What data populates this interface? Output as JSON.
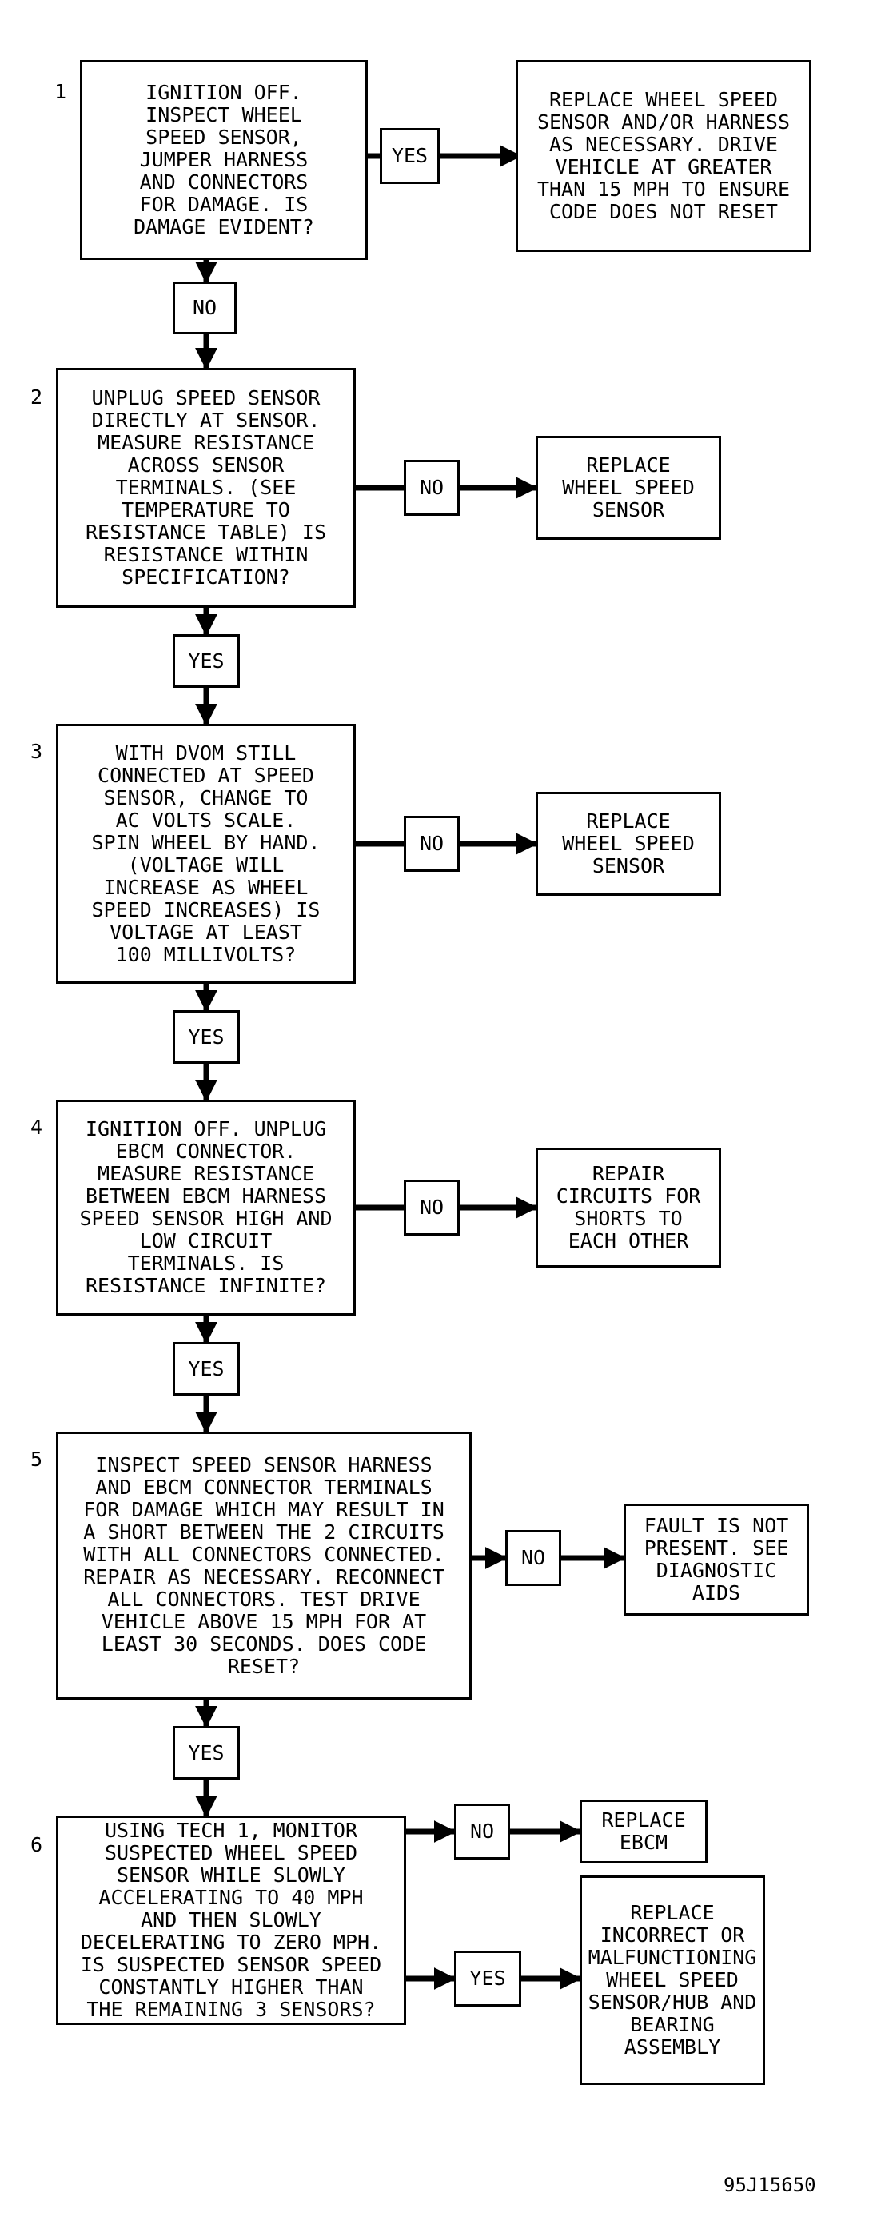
{
  "figure_id": "95J15650",
  "steps": [
    {
      "number": "1",
      "question": "IGNITION OFF.\nINSPECT WHEEL\nSPEED SENSOR,\nJUMPER HARNESS\nAND CONNECTORS\nFOR DAMAGE. IS\nDAMAGE EVIDENT?",
      "side_label": "YES",
      "side_action": "REPLACE WHEEL SPEED\nSENSOR AND/OR HARNESS\nAS NECESSARY. DRIVE\nVEHICLE AT GREATER\nTHAN 15 MPH TO ENSURE\nCODE DOES NOT RESET",
      "down_label": "NO"
    },
    {
      "number": "2",
      "question": "UNPLUG SPEED SENSOR\nDIRECTLY AT SENSOR.\nMEASURE RESISTANCE\nACROSS SENSOR\nTERMINALS. (SEE\nTEMPERATURE TO\nRESISTANCE TABLE) IS\nRESISTANCE WITHIN\nSPECIFICATION?",
      "side_label": "NO",
      "side_action": "REPLACE\nWHEEL SPEED\nSENSOR",
      "down_label": "YES"
    },
    {
      "number": "3",
      "question": "WITH DVOM STILL\nCONNECTED AT SPEED\nSENSOR, CHANGE TO\nAC VOLTS SCALE.\nSPIN WHEEL BY HAND.\n(VOLTAGE WILL\nINCREASE AS WHEEL\nSPEED INCREASES) IS\nVOLTAGE AT LEAST\n100 MILLIVOLTS?",
      "side_label": "NO",
      "side_action": "REPLACE\nWHEEL SPEED\nSENSOR",
      "down_label": "YES"
    },
    {
      "number": "4",
      "question": "IGNITION OFF. UNPLUG\nEBCM CONNECTOR.\nMEASURE RESISTANCE\nBETWEEN EBCM HARNESS\nSPEED SENSOR HIGH AND\nLOW CIRCUIT\nTERMINALS. IS\nRESISTANCE INFINITE?",
      "side_label": "NO",
      "side_action": "REPAIR\nCIRCUITS FOR\nSHORTS TO\nEACH OTHER",
      "down_label": "YES"
    },
    {
      "number": "5",
      "question": "INSPECT SPEED SENSOR HARNESS\nAND EBCM CONNECTOR TERMINALS\nFOR DAMAGE WHICH MAY RESULT IN\nA SHORT BETWEEN THE 2 CIRCUITS\nWITH ALL CONNECTORS CONNECTED.\nREPAIR AS NECESSARY. RECONNECT\nALL CONNECTORS. TEST DRIVE\nVEHICLE ABOVE 15 MPH FOR AT\nLEAST 30 SECONDS. DOES CODE\nRESET?",
      "side_label": "NO",
      "side_action": "FAULT IS NOT\nPRESENT. SEE\nDIAGNOSTIC\nAIDS",
      "down_label": "YES"
    },
    {
      "number": "6",
      "question": "USING TECH 1, MONITOR\nSUSPECTED WHEEL SPEED\nSENSOR WHILE SLOWLY\nACCELERATING TO 40 MPH\nAND THEN SLOWLY\nDECELERATING TO ZERO MPH.\nIS SUSPECTED SENSOR SPEED\nCONSTANTLY HIGHER THAN\nTHE REMAINING 3 SENSORS?",
      "no_label": "NO",
      "no_action": "REPLACE\nEBCM",
      "yes_label": "YES",
      "yes_action": "REPLACE\nINCORRECT OR\nMALFUNCTIONING\nWHEEL SPEED\nSENSOR/HUB AND\nBEARING\nASSEMBLY"
    }
  ]
}
